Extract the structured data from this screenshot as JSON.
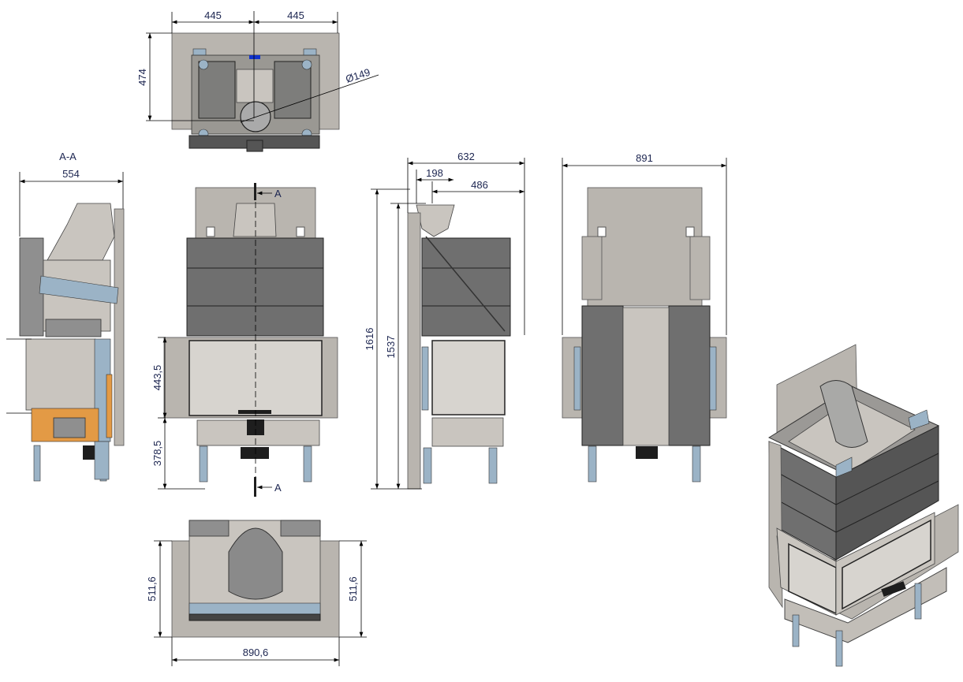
{
  "dimensions": {
    "top_view": {
      "left_half": "445",
      "right_half": "445",
      "depth": "474",
      "flue_diameter": "Ø149"
    },
    "section": {
      "title": "A-A",
      "width": "554"
    },
    "front_view": {
      "glass_height": "443,5",
      "base_height": "378,5",
      "section_marker_top": "A",
      "section_marker_bottom": "A"
    },
    "side_view": {
      "overall_depth": "632",
      "flue_offset": "198",
      "flue_to_back": "486",
      "total_height": "1616",
      "flue_height": "1537"
    },
    "back_view": {
      "width": "891"
    },
    "bottom_view": {
      "left_depth": "511,6",
      "right_depth": "511,6",
      "width": "890,6"
    }
  },
  "colors": {
    "backplate": "#b9b5af",
    "panels": "#6f6f6f",
    "glass": "#d7d4cf",
    "insulation": "#9bb3c6",
    "firebrick": "#e39a45",
    "dimension_text": "#1c2550"
  }
}
